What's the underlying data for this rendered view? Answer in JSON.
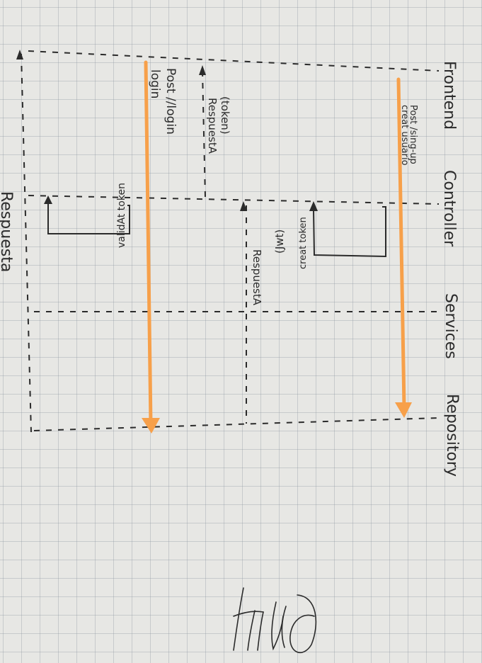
{
  "diagram": {
    "lanes": [
      "Frontend",
      "Controller",
      "Services",
      "Repository"
    ],
    "bottom_label": "Respuesta",
    "messages": {
      "signup": "Post /sing-up",
      "signup_sub": "creat usuario",
      "create_token": "creat token",
      "jwt": "(Jwt)",
      "respuesta_mid": "RespuestA",
      "token": "(token)",
      "respuesta_left": "RespuestA",
      "login_post": "Post //login",
      "login": "login",
      "validate_token": "validAt token"
    },
    "colors": {
      "orange": "#f7a04a",
      "ink": "#2b2b2b",
      "grid": "#8c96a0",
      "paper": "#e7e7e4"
    }
  }
}
